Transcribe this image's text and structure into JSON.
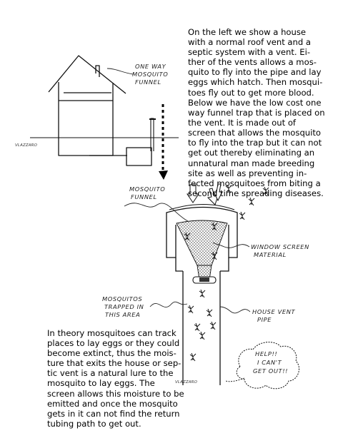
{
  "text": {
    "house_description": "On the left we show a house\nwith a  normal roof vent and  a\nseptic system with a vent.   Ei-\nther of the vents allows a mos-\nquito to fly into the pipe and lay\neggs which hatch.  Then mosqui-\ntoes fly out to get more blood.",
    "trap_description": "Below we have the low cost one\nway funnel trap that is placed on\nthe vent.  It is made out of\nscreen that allows the mosquito\nto fly into the trap but it can not\nget out thereby eliminating an\nunnatural  man made breeding\nsite as well as preventing in-\nfected mosquitoes from biting a\nsecond time spreading diseases.",
    "theory_description": "In theory mosquitoes can track\nplaces to lay eggs or they could\nbecome extinct, thus the mois-\nture that exits the house or sep-\ntic vent is a natural lure to the\nmosquito to lay eggs.   The\nscreen allows this moisture to be\nemitted and once the mosquito\ngets in it can not find the return\ntubing path to get out."
  },
  "labels": {
    "one_way_funnel": [
      "ONE WAY",
      "MOSQUITO",
      "FUNNEL"
    ],
    "mosquito_funnel": [
      "MOSQUITO",
      "FUNNEL"
    ],
    "window_screen": [
      "WINDOW SCREEN",
      "MATERIAL"
    ],
    "trapped_area": [
      "MOSQUITOS",
      "TRAPPED IN",
      "THIS AREA"
    ],
    "house_vent_pipe": [
      "HOUSE VENT",
      "PIPE"
    ],
    "help_bubble": [
      "HELP!!",
      "I CAN'T",
      "GET OUT!!"
    ],
    "signature": "VLAZZARO"
  }
}
